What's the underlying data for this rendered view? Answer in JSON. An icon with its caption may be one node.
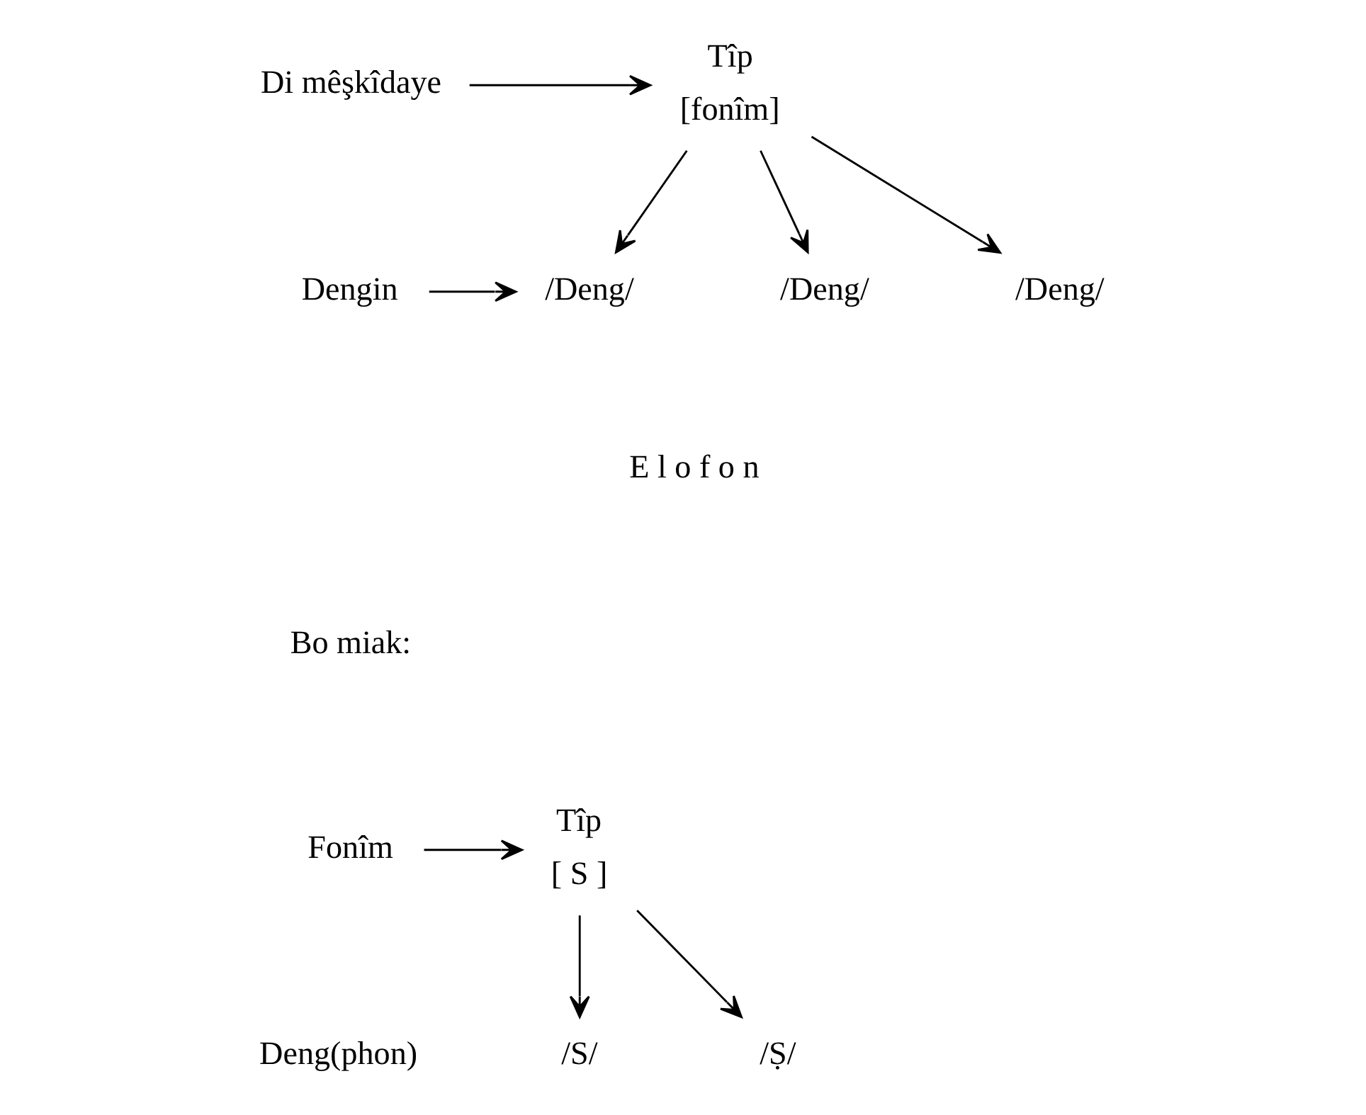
{
  "diagram": {
    "nodes": [
      {
        "text": [
          "Di mêşkîdaye"
        ]
      },
      {
        "text": [
          "[fonîm]"
        ],
        "beside": [
          "Tîp"
        ]
      },
      {
        "text": [
          "Dengin"
        ]
      },
      {
        "text": [
          "/Deng/"
        ]
      },
      {
        "text": [
          "/Deng/"
        ]
      },
      {
        "text": [
          "/Deng/"
        ]
      },
      {
        "text": [
          "Fonîm"
        ]
      },
      {
        "text": [
          "[ S ]"
        ],
        "beside": [
          "Tîp"
        ]
      },
      {
        "text": [
          "/S/"
        ]
      },
      {
        "text": [
          "/Ṣ/"
        ]
      }
    ],
    "edges": [
      {
        "from": 0,
        "to": 1,
        "arrow": "to"
      },
      {
        "from": 1,
        "to": 3,
        "arrow": "to"
      },
      {
        "from": 1,
        "to": 4,
        "arrow": "to"
      },
      {
        "from": 1,
        "to": 5,
        "arrow": "to"
      },
      {
        "from": 2,
        "to": 3,
        "arrow": "to"
      },
      {
        "from": 6,
        "to": 7,
        "arrow": "to"
      },
      {
        "from": 7,
        "to": 8,
        "arrow": "to"
      },
      {
        "from": 7,
        "to": 9,
        "arrow": "to"
      }
    ],
    "labels": [
      "E l o f o n",
      "Bo miak:",
      "Deng(phon)"
    ]
  }
}
